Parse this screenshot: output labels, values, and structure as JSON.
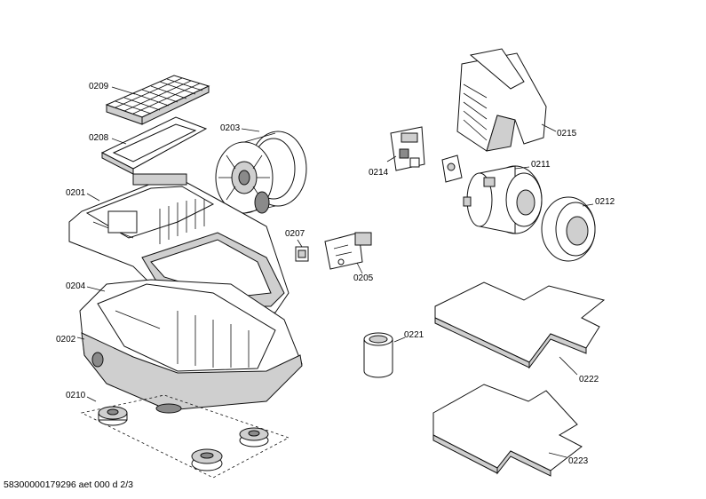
{
  "parts": {
    "p0209": "0209",
    "p0208": "0208",
    "p0203": "0203",
    "p0201": "0201",
    "p0207": "0207",
    "p0204": "0204",
    "p0205": "0205",
    "p0202": "0202",
    "p0210": "0210",
    "p0215": "0215",
    "p0214": "0214",
    "p0211": "0211",
    "p0212": "0212",
    "p0221": "0221",
    "p0222": "0222",
    "p0223": "0223"
  },
  "footer": "58300000179296 aet 000 d 2/3"
}
